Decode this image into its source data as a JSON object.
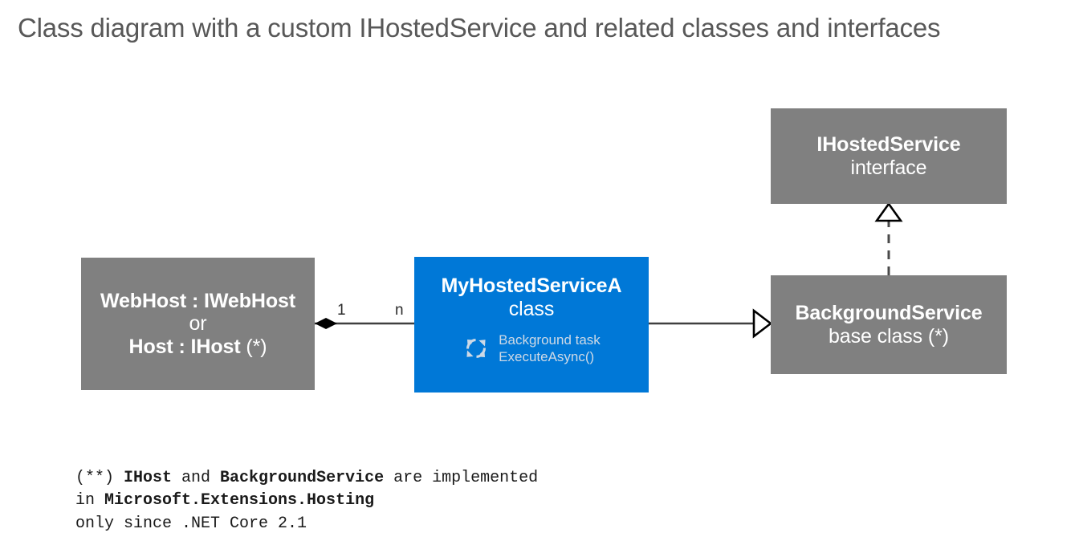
{
  "title": "Class diagram with a custom IHostedService and related classes and interfaces",
  "colors": {
    "gray_box": "#808080",
    "blue_box": "#0078d7",
    "title_text": "#585858",
    "box_text": "#ffffff",
    "detail_text": "#cdd9e6",
    "connector": "#404040"
  },
  "boxes": {
    "ihostedservice": {
      "title": "IHostedService",
      "subtitle": "interface",
      "kind": "interface",
      "fill": "#808080"
    },
    "webhost": {
      "title": "WebHost : IWebHost",
      "subtitle": "or",
      "title2_bold": "Host : IHost",
      "title2_weak": " (*)",
      "kind": "class",
      "fill": "#808080"
    },
    "myhostedservicea": {
      "title": "MyHostedServiceA",
      "subtitle": "class",
      "kind": "class",
      "fill": "#0078d7",
      "detail_icon": "background-task-cycle-icon",
      "detail_line1": "Background task",
      "detail_line2": "ExecuteAsync()"
    },
    "backgroundservice": {
      "title": "BackgroundService",
      "subtitle": "base class (*)",
      "kind": "base class",
      "fill": "#808080"
    }
  },
  "connectors": {
    "composition": {
      "from": "webhost",
      "to": "myhostedservicea",
      "type": "composition",
      "source_multiplicity": "1",
      "target_multiplicity": "n",
      "marker": "filled-diamond"
    },
    "generalization": {
      "from": "myhostedservicea",
      "to": "backgroundservice",
      "type": "generalization",
      "marker": "hollow-triangle",
      "line": "solid"
    },
    "realization": {
      "from": "backgroundservice",
      "to": "ihostedservice",
      "type": "realization",
      "marker": "hollow-triangle",
      "line": "dashed"
    }
  },
  "footnote": {
    "line1_a": "(**) ",
    "line1_b": "IHost",
    "line1_c": " and ",
    "line1_d": "BackgroundService",
    "line1_e": " are implemented",
    "line2_a": "in ",
    "line2_b": "Microsoft.Extensions.Hosting",
    "line3": "only since .NET Core 2.1"
  }
}
